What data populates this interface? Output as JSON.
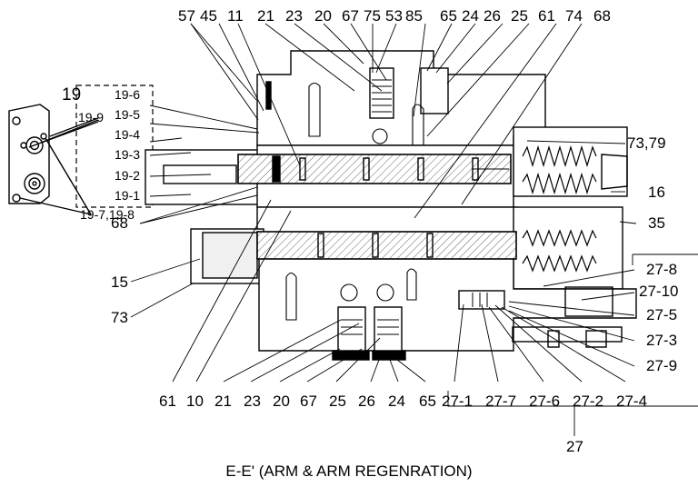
{
  "caption": "E-E' (ARM & ARM REGENRATION)",
  "labels": {
    "top": [
      "57",
      "45",
      "11",
      "21",
      "23",
      "20",
      "67",
      "75",
      "53",
      "85",
      "65",
      "24",
      "26",
      "25",
      "61",
      "74",
      "68"
    ],
    "bottom": [
      "61",
      "10",
      "21",
      "23",
      "20",
      "67",
      "25",
      "26",
      "24",
      "65",
      "27-1",
      "27-7",
      "27-6",
      "27-2",
      "27-4"
    ],
    "right": [
      "73,79",
      "16",
      "35",
      "27-8",
      "27-10",
      "27-5",
      "27-3",
      "27-9"
    ],
    "left": [
      "68",
      "15",
      "73"
    ],
    "group_19": [
      "19",
      "19-6",
      "19-5",
      "19-4",
      "19-3",
      "19-2",
      "19-1",
      "19-9",
      "19-7,19-8"
    ],
    "group_27": "27"
  }
}
